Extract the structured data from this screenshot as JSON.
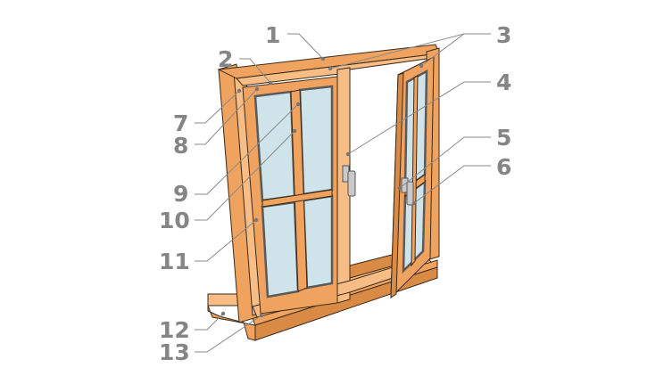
{
  "colors": {
    "wood": "#F0A35E",
    "wood_light": "#F7BD85",
    "wood_dark": "#D98A45",
    "outline": "#3a2a1a",
    "glass": "#CFE3EA",
    "glass_dark": "#B8D2DC",
    "gap": "#5a5a5a",
    "handle": "#C9C9C9",
    "label": "#858585",
    "leader": "#8a8a8a"
  },
  "labels": [
    {
      "id": "1",
      "text": "1"
    },
    {
      "id": "2",
      "text": "2"
    },
    {
      "id": "3",
      "text": "3"
    },
    {
      "id": "4",
      "text": "4"
    },
    {
      "id": "5",
      "text": "5"
    },
    {
      "id": "6",
      "text": "6"
    },
    {
      "id": "7",
      "text": "7"
    },
    {
      "id": "8",
      "text": "8"
    },
    {
      "id": "9",
      "text": "9"
    },
    {
      "id": "10",
      "text": "10"
    },
    {
      "id": "11",
      "text": "11"
    },
    {
      "id": "12",
      "text": "12"
    },
    {
      "id": "13",
      "text": "13"
    }
  ]
}
